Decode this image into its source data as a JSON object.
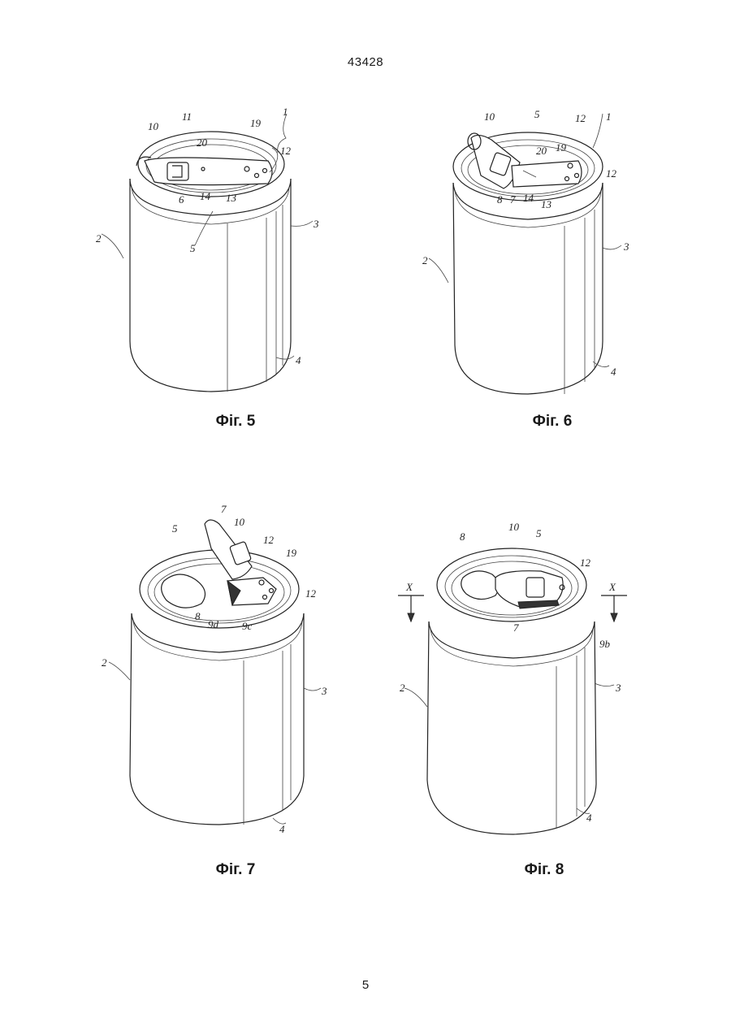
{
  "header": {
    "document_number": "43428"
  },
  "footer": {
    "page_number": "5"
  },
  "figures": [
    {
      "id": "fig5",
      "caption": "Фіг. 5",
      "labels": {
        "l1": "1",
        "l2": "2",
        "l3": "3",
        "l4": "4",
        "l5": "5",
        "l6": "6",
        "l10": "10",
        "l11": "11",
        "l12": "12",
        "l13": "13",
        "l14": "14",
        "l19": "19",
        "l20": "20"
      }
    },
    {
      "id": "fig6",
      "caption": "Фіг. 6",
      "labels": {
        "l1": "1",
        "l2": "2",
        "l3": "3",
        "l4": "4",
        "l5": "5",
        "l7": "7",
        "l8": "8",
        "l10": "10",
        "l12a": "12",
        "l12b": "12",
        "l13": "13",
        "l14": "14",
        "l19": "19",
        "l20": "20"
      }
    },
    {
      "id": "fig7",
      "caption": "Фіг. 7",
      "labels": {
        "l2": "2",
        "l3": "3",
        "l4": "4",
        "l5": "5",
        "l7": "7",
        "l8": "8",
        "l9c": "9c",
        "l9d": "9d",
        "l10": "10",
        "l12a": "12",
        "l12b": "12",
        "l19": "19"
      }
    },
    {
      "id": "fig8",
      "caption": "Фіг. 8",
      "labels": {
        "l2": "2",
        "l3": "3",
        "l4": "4",
        "l5": "5",
        "l7": "7",
        "l8": "8",
        "l9b": "9b",
        "l10": "10",
        "l12": "12",
        "xa": "X",
        "xb": "X"
      }
    }
  ]
}
